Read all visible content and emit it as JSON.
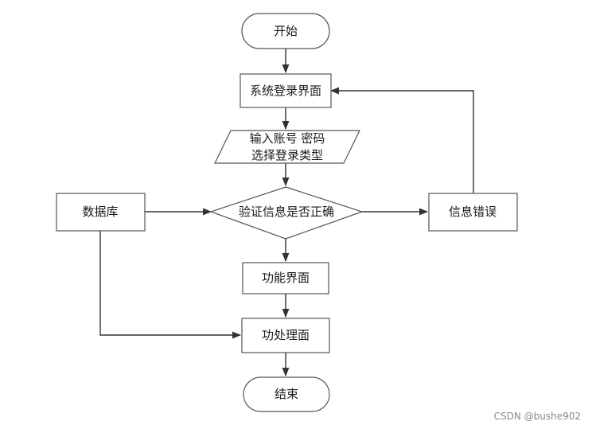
{
  "diagram": {
    "nodes": {
      "start": "开始",
      "login_screen": "系统登录界面",
      "input_line1": "输入账号 密码",
      "input_line2": "选择登录类型",
      "verify": "验证信息是否正确",
      "info_error": "信息错误",
      "database": "数据库",
      "function_screen": "功能界面",
      "process_screen": "功处理面",
      "end": "结束"
    }
  },
  "watermark": "CSDN @bushe902"
}
